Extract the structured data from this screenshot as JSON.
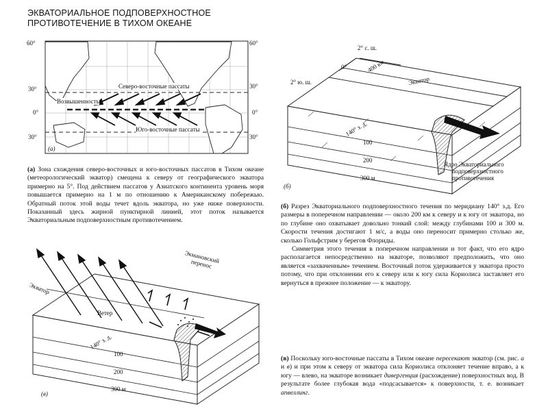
{
  "title": {
    "line1": "ЭКВАТОРИАЛЬНОЕ ПОДПОВЕРХНОСТНОЕ",
    "line2": "ПРОТИВОТЕЧЕНИЕ В ТИХОМ ОКЕАНЕ"
  },
  "fig_a": {
    "letter": "(а)",
    "lat_left": [
      "60°",
      "30°",
      "0°",
      "30°"
    ],
    "lat_right": [
      "60°",
      "30°",
      "0°",
      "30°"
    ],
    "label_ne": "Северо-восточные пассаты",
    "label_ele": "Возвышенность",
    "label_se": "Юго-восточные пассаты"
  },
  "caption_a": {
    "lead": "(а)",
    "text": " Зона схождения северо-восточных и юго-восточных пассатов в Тихом океане (метеорологический экватор) смещена к северу от географического экватора примерно на 5°. Под действием пассатов у Азиатского континента уровень моря повышается примерно на 1 м по отношению к Американскому побережью. Обратный поток этой воды течет вдоль экватора, но уже ниже поверхности. Показанный здесь жирной пунктирной линией, этот поток называется Экваториальным подповерхностным противотечением."
  },
  "fig_b": {
    "letter": "(б)",
    "lat_n": "2° с. ш.",
    "lat_s": "2° ю. ш.",
    "zero": "0°",
    "dist": "400 км",
    "equator": "Экватор",
    "lon": "140° з. д.",
    "depths": [
      "100",
      "200",
      "300 м"
    ],
    "core_label": [
      "Ядро Экваториального",
      "подповерхностного",
      "противотечения"
    ]
  },
  "caption_b": {
    "lead": "(б)",
    "p1": " Разрез Экваториального подповерхностного течения по меридиану 140° з.д. Его размеры в поперечном направлении — около 200 км к северу и к югу от экватора, но по глубине оно охватывает довольно тонкий слой: между глубинами 100 и 300 м. Скорости течения достигают 1 м/с, а воды оно переносит примерно столько же, сколько Гольфстрим у берегов Флориды.",
    "p2": "Симметрия этого течения в поперечном направлении и тот факт, что его ядро располагается непосредственно на экваторе, позволяют предположить, что оно является «захваченным» течением. Восточный поток удерживается у экватора просто потому, что при отклонении его к северу или к югу сила Кориолиса заставляет его вернуться в прежнее положение — к экватору."
  },
  "fig_c": {
    "letter": "(в)",
    "equator": "Экватор",
    "wind": "Ветер",
    "ekman": [
      "Экмановский",
      "перенос"
    ],
    "lon": "140° з. д.",
    "depths": [
      "100",
      "200",
      "300 м"
    ]
  },
  "caption_c": {
    "lead": "(в)",
    "t1": " Поскольку юго-восточные пассаты в Тихом океане ",
    "i1": "пересекают",
    "t2": " экватор (см. рис. ",
    "i2": "а",
    "t3": " и ",
    "i3": "в",
    "t4": ") и при этом к северу от экватора сила Кориолиса отклоняет течение вправо, а к югу — влево, на экваторе возникает ",
    "i4": "дивергенция",
    "t5": " (расхождение) поверхностных вод. В результате более глубокая вода «подсасывается» к поверхности, т. е. возникает ",
    "i5": "апвеллинг",
    "t6": "."
  }
}
